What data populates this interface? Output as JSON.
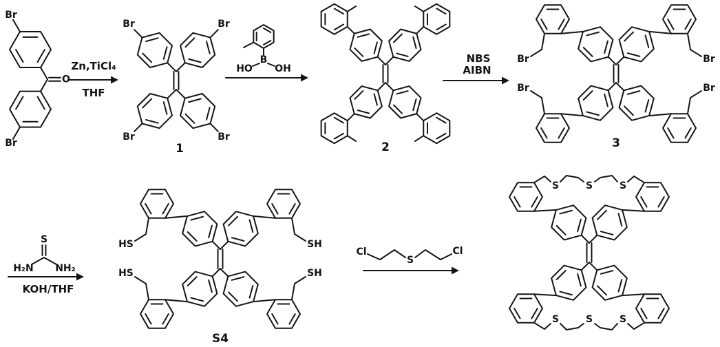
{
  "reagents": {
    "step1_line1": "Zn,TiCl₄",
    "step1_line2": "THF",
    "step3_line1": "NBS",
    "step3_line2": "AIBN",
    "step4_solvent": "KOH/THF"
  },
  "compound_labels": {
    "c1": "1",
    "c2": "2",
    "c3": "3",
    "s4": "S4"
  },
  "atoms": {
    "br": "Br",
    "o": "O",
    "b": "B",
    "ho": "HO",
    "oh": "OH",
    "s": "S",
    "cl": "Cl",
    "hs": "HS",
    "sh": "SH",
    "h2n": "H₂N",
    "nh2": "NH₂"
  }
}
